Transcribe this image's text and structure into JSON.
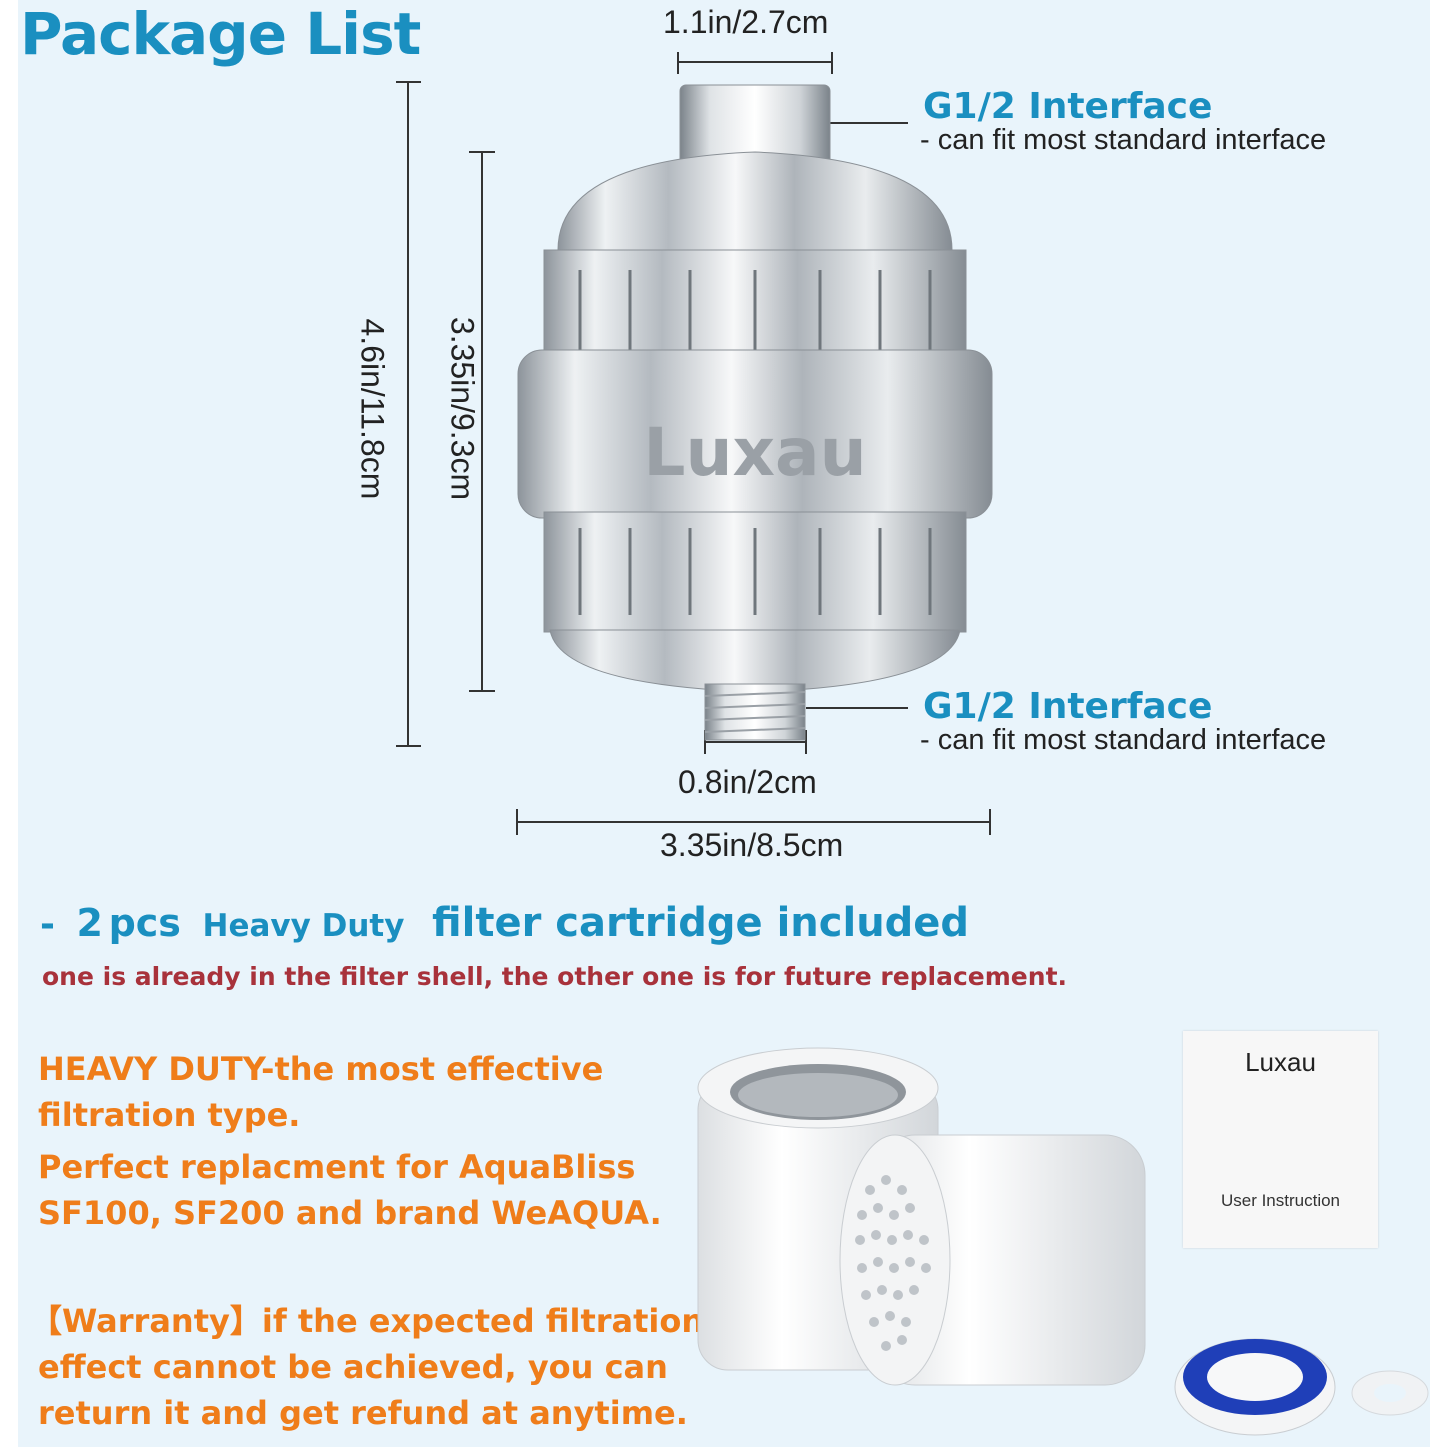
{
  "title": "Package List",
  "brand_logo": "Luxau",
  "dimensions": {
    "top_width": "1.1in/2.7cm",
    "overall_height": "4.6in/11.8cm",
    "body_height": "3.35in/9.3cm",
    "bottom_width": "0.8in/2cm",
    "overall_width": "3.35in/8.5cm"
  },
  "interfaces": {
    "top": {
      "title": "G1/2 Interface",
      "subtitle": "- can fit most standard  interface"
    },
    "bottom": {
      "title": "G1/2 Interface",
      "subtitle": "- can fit most standard  interface"
    }
  },
  "cartridge_line": {
    "dash": "-",
    "qty": "2",
    "pcs": "pcs",
    "heavy": "Heavy Duty",
    "rest": "filter cartridge included"
  },
  "note": "one is already in the filter shell, the other  one  is for future replacement.",
  "features": [
    "HEAVY DUTY-the most effective",
    "filtration type.",
    "Perfect replacment for AquaBliss",
    "SF100, SF200 and brand WeAQUA."
  ],
  "warranty": [
    "【Warranty】if the expected filtration",
    "effect cannot be achieved, you can",
    "return it and get refund at anytime."
  ],
  "manual": {
    "brand": "Luxau",
    "label": "User Instruction"
  },
  "colors": {
    "background": "#e9f4fb",
    "title_blue": "#1a8fc0",
    "orange": "#ef7d1a",
    "dark_red": "#a8323b",
    "chrome": "#c9ced3",
    "tape_blue": "#1f3fb8"
  }
}
